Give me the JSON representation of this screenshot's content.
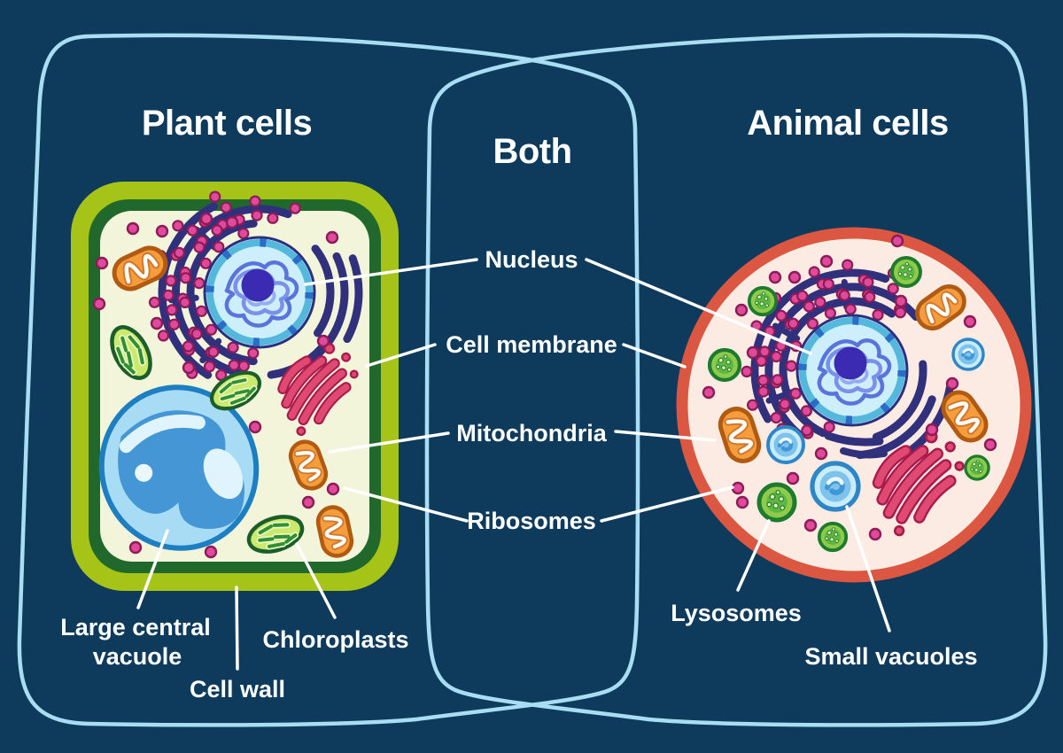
{
  "titles": {
    "plant": "Plant cells",
    "both": "Both",
    "animal": "Animal cells"
  },
  "shared_labels": {
    "nucleus": "Nucleus",
    "cell_membrane": "Cell membrane",
    "mitochondria": "Mitochondria",
    "ribosomes": "Ribosomes"
  },
  "plant_only_labels": {
    "large_central_vacuole": {
      "line1": "Large central",
      "line2": "vacuole"
    },
    "cell_wall": "Cell wall",
    "chloroplasts": "Chloroplasts"
  },
  "animal_only_labels": {
    "lysosomes": "Lysosomes",
    "small_vacuoles": "Small vacuoles"
  },
  "colors": {
    "background": "#0e3a5c",
    "venn_border": "#a8ddf3",
    "label_text": "#ffffff",
    "leader_line": "#ffffff",
    "plant_cell_wall": "#a5c417",
    "plant_cell_membrane": "#20682c",
    "plant_cytoplasm": "#f3f5da",
    "animal_cell_membrane": "#dc5742",
    "animal_cytoplasm": "#fcebe2",
    "nucleus_fill": "#cdeffc",
    "nuclear_envelope": "#54b8dd",
    "nuclear_pores": "#2a6cc8",
    "chromatin": "#7b90e8",
    "nucleolus": "#3a2bb2",
    "endoplasmic_reticulum": "#30307c",
    "ribosome": "#e14a9b",
    "ribosome_outline": "#8c1c58",
    "golgi": "#e04a72",
    "golgi_outline": "#a81c4d",
    "mitochondrion_fill": "#f59d3c",
    "mitochondrion_outline": "#b05a12",
    "chloroplast_fill": "#cbe96d",
    "chloroplast_outline": "#1b5e2c",
    "chloroplast_grana": "#2f9133",
    "lysosome_fill": "#8ecb4a",
    "lysosome_outline": "#1e7a2e",
    "vacuole_fill": "#a8dcf5",
    "vacuole_outline": "#1d7ec2",
    "vacuole_inner": "#4496d4",
    "small_vacuole_fill": "#c9ecfb",
    "small_vacuole_outline": "#2e86c6"
  }
}
